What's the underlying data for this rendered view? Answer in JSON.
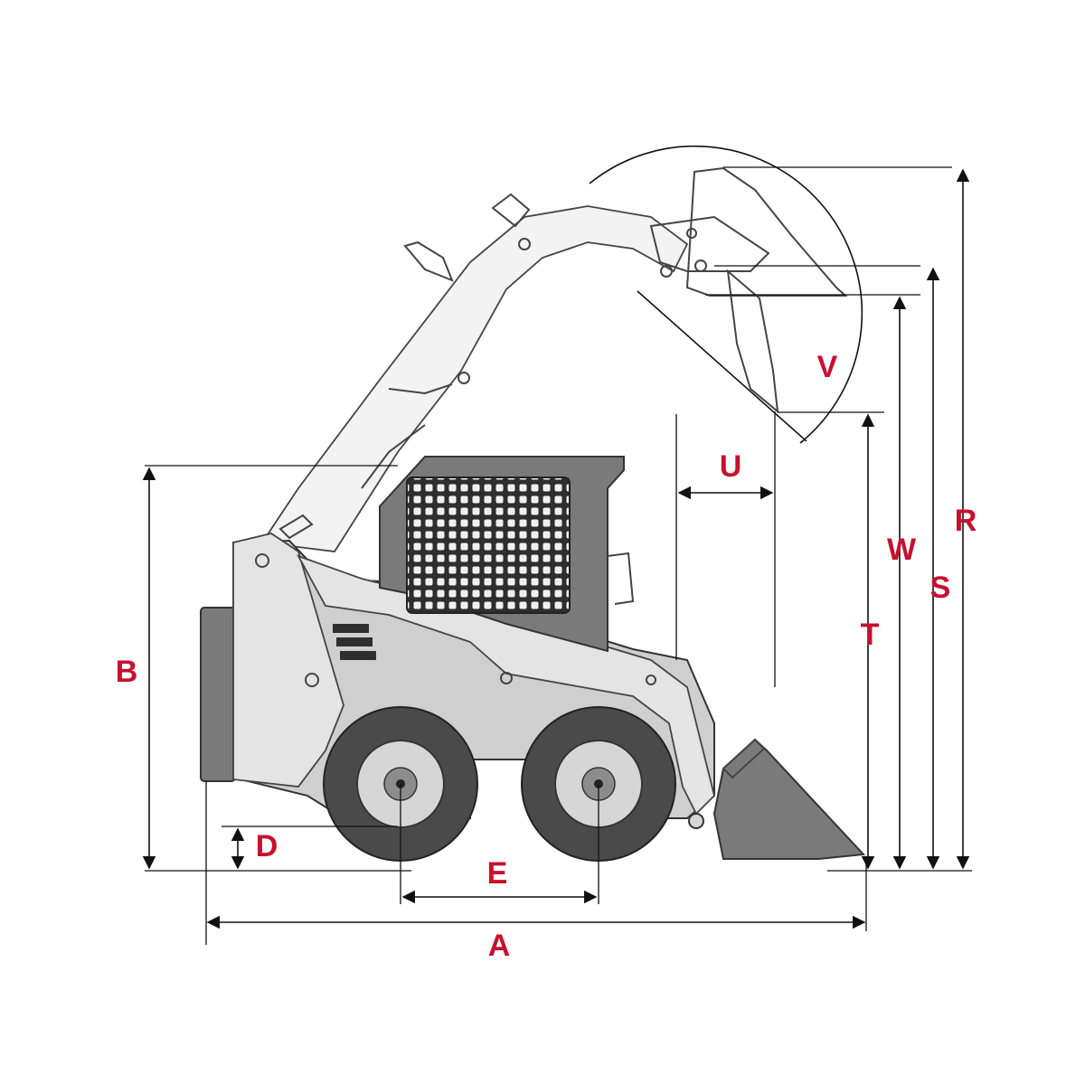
{
  "diagram": {
    "label_color": "#c8102e",
    "line_color": "#111111",
    "machine_type": "skid-steer-loader",
    "dimension_labels": {
      "A": "A",
      "B": "B",
      "D": "D",
      "E": "E",
      "R": "R",
      "S": "S",
      "T": "T",
      "U": "U",
      "V": "V",
      "W": "W"
    }
  }
}
